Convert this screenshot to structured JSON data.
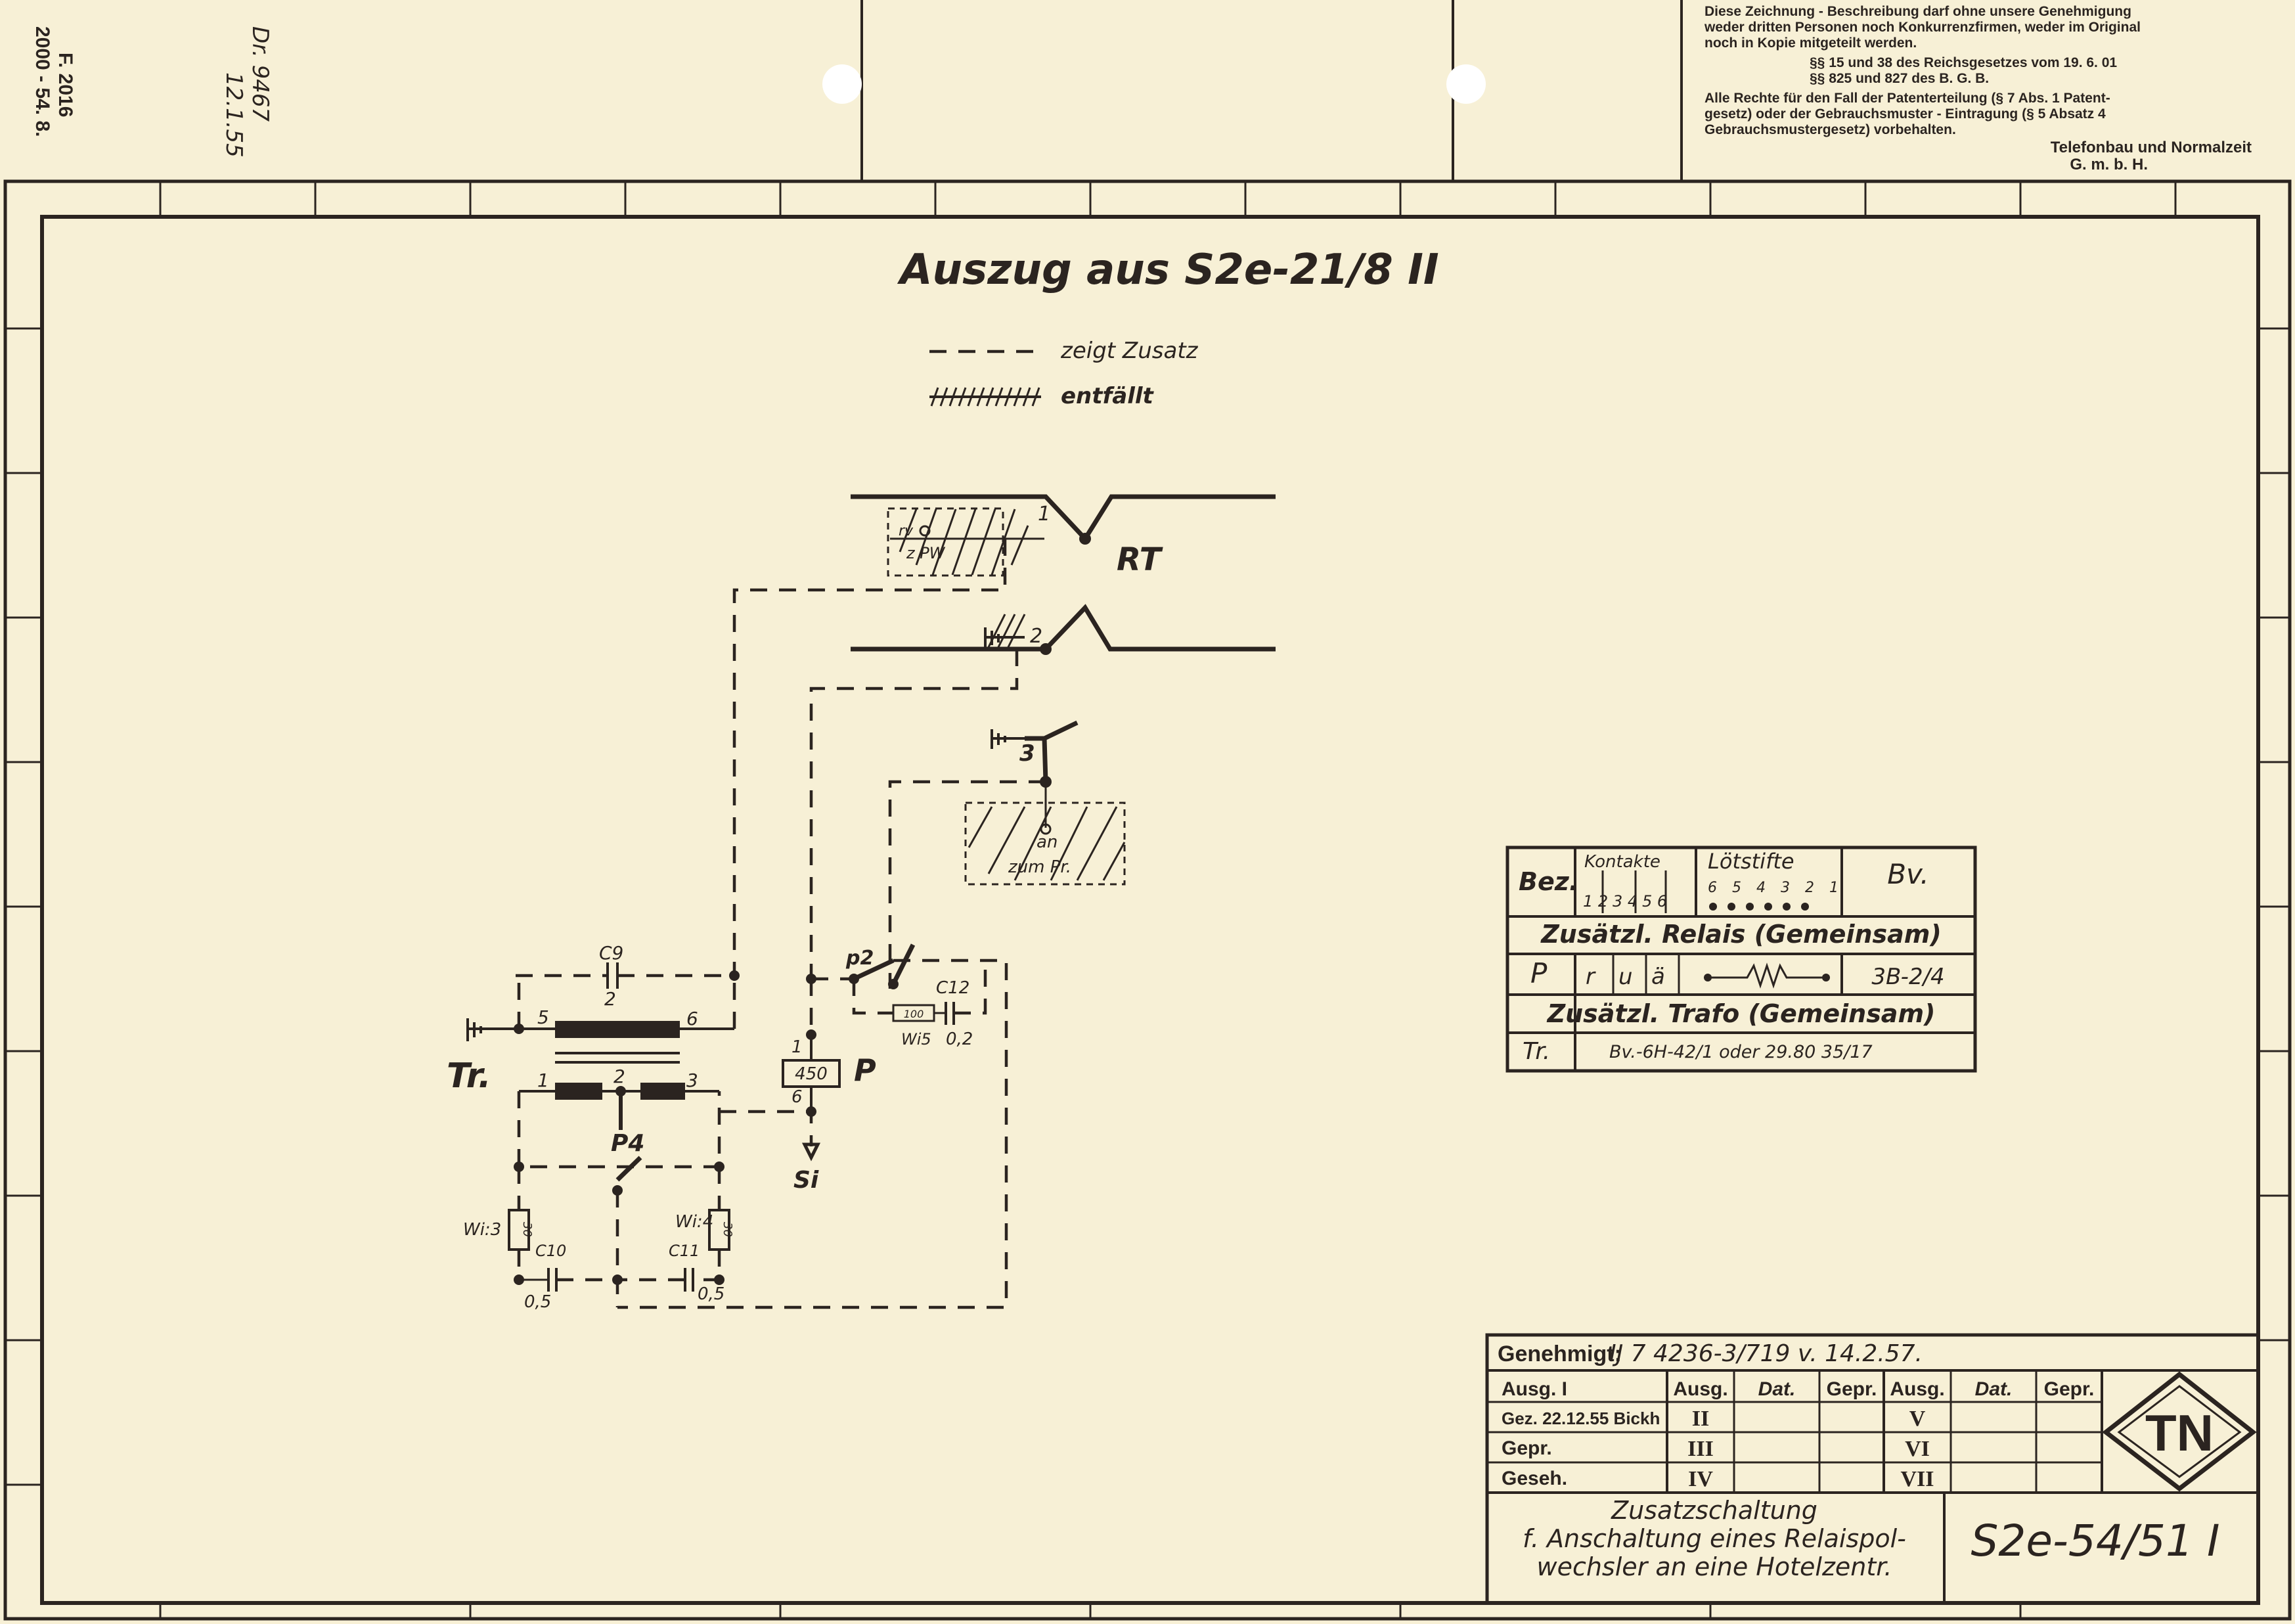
{
  "copyright": {
    "lines": [
      "Diese Zeichnung - Beschreibung darf ohne unsere Genehmigung",
      "weder dritten Personen noch Konkurrenzfirmen, weder im Original",
      "noch in Kopie mitgeteilt werden.",
      "§§ 15 und 38 des Reichsgesetzes vom 19. 6. 01",
      "§§ 825 und 827 des B. G. B.",
      "Alle Rechte für den Fall der Patenterteilung (§ 7 Abs. 1 Patent-",
      "gesetz) oder der Gebrauchsmuster - Eintragung (§ 5 Absatz 4",
      "Gebrauchsmustergesetz) vorbehalten."
    ],
    "company": [
      "Telefonbau und Normalzeit",
      "G. m. b. H."
    ]
  },
  "margin_notes": {
    "form_number": [
      "F. 2016",
      "2000 - 54. 8."
    ],
    "handwritten": [
      "Dr. 9467",
      "12.1.55"
    ]
  },
  "drawing": {
    "title": "Auszug aus S2e-21/8 II",
    "legend": [
      {
        "style": "dashed",
        "label": "zeigt Zusatz"
      },
      {
        "style": "crossed",
        "label": "entfällt"
      }
    ],
    "labels": {
      "RT": "RT",
      "contact_1": "1",
      "contact_2": "2",
      "contact_3": "3",
      "rv": "rv",
      "z_pw": "z PW",
      "an": "an",
      "zum_pr": "zum Pr.",
      "p2": "p2",
      "C9": "C9",
      "c9_value": "2",
      "C12": "C12",
      "c12_value": "0,2",
      "r100": "100",
      "wi5": "Wi5",
      "tr": "Tr.",
      "tr_pin5": "5",
      "tr_pin6": "6",
      "tr_pin1": "1",
      "tr_pin2": "2",
      "tr_pin3": "3",
      "relay_pin1": "1",
      "relay_pin6": "6",
      "relay_value": "450",
      "relay_name": "P",
      "si": "Si",
      "p4": "P4",
      "wi3": "Wi:3",
      "wi3_val": "30",
      "wi4": "Wi:4",
      "wi4_val": "30",
      "C10": "C10",
      "c10_val": "0,5",
      "C11": "C11",
      "c11_val": "0,5"
    }
  },
  "relay_table": {
    "bez": "Bez.",
    "kontakte": "Kontakte",
    "kontakte_cols": [
      "1 2",
      "3 4",
      "5 6"
    ],
    "loetstifte": "Lötstifte",
    "loetstifte_nums": "6 5 4 3 2 1",
    "bv": "Bv.",
    "section1": "Zusätzl. Relais (Gemeinsam)",
    "row_p": {
      "bez": "P",
      "k1": "r",
      "k2": "u",
      "k3": "ä",
      "bv": "3B-2/4"
    },
    "section2": "Zusätzl. Trafo (Gemeinsam)",
    "row_tr": {
      "bez": "Tr.",
      "value": "Bv.-6H-42/1 oder 29.80 35/17"
    }
  },
  "title_block": {
    "genehmigt_label": "Genehmigt:",
    "genehmigt_value": "IJ 7 4236-3/719 v. 14.2.57.",
    "ausg_i": "Ausg. I",
    "gez": "Gez. 22.12.55 Bickh",
    "gepr": "Gepr.",
    "geseh": "Geseh.",
    "headers": [
      "Ausg.",
      "Dat.",
      "Gepr.",
      "Ausg.",
      "Dat.",
      "Gepr."
    ],
    "ausg_left": [
      "II",
      "III",
      "IV"
    ],
    "ausg_right": [
      "V",
      "VI",
      "VII"
    ],
    "description": [
      "Zusatzschaltung",
      "f. Anschaltung eines Relaispol-",
      "wechsler an eine Hotelzentr."
    ],
    "drawing_number": "S2e-54/51 I",
    "logo": "TN"
  }
}
